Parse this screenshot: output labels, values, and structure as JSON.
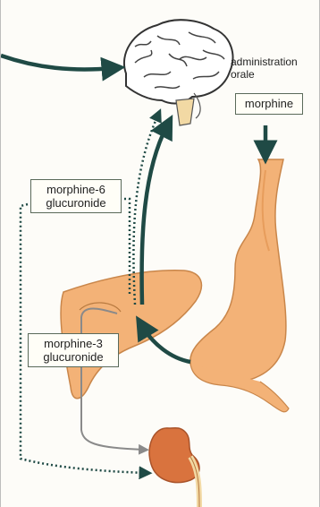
{
  "labels": {
    "administration_line1": "administration",
    "administration_line2": "orale",
    "morphine": "morphine",
    "m6g_line1": "morphine-6",
    "m6g_line2": "glucuronide",
    "m3g_line1": "morphine-3",
    "m3g_line2": "glucuronide"
  },
  "colors": {
    "organ_fill": "#f3b277",
    "organ_stroke": "#c9864a",
    "kidney_fill": "#d9733e",
    "arrow_dark": "#1f4a45",
    "arrow_grey": "#8a8a8a",
    "brain_fill": "#ffffff",
    "brain_stroke": "#333333"
  }
}
